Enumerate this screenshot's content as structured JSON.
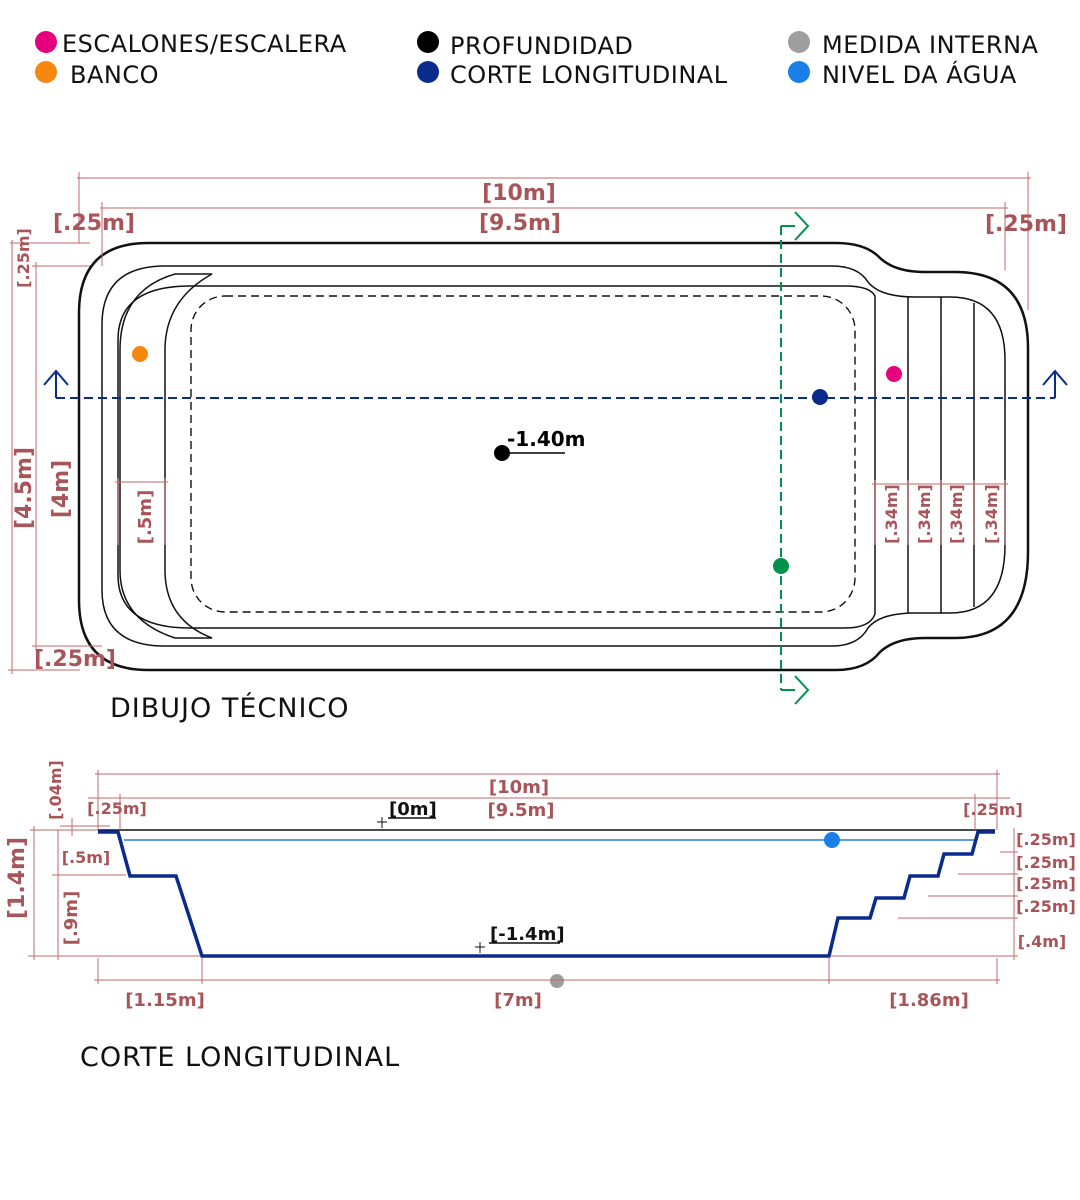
{
  "legend": {
    "items": [
      {
        "label": "ESCALONES/ESCALERA",
        "color": "#e6007e",
        "icon": "magenta-dot-icon"
      },
      {
        "label": "BANCO",
        "color": "#f7870f",
        "icon": "orange-dot-icon"
      },
      {
        "label": "PROFUNDIDAD",
        "color": "#000000",
        "icon": "black-dot-icon"
      },
      {
        "label": "CORTE LONGITUDINAL",
        "color": "#0a2a8c",
        "icon": "navy-dot-icon"
      },
      {
        "label": "MEDIDA INTERNA",
        "color": "#9e9e9e",
        "icon": "gray-dot-icon"
      },
      {
        "label": "NIVEL DA ÁGUA",
        "color": "#1a7fe8",
        "icon": "blue-dot-icon"
      }
    ]
  },
  "plan": {
    "title": "DIBUJO TÉCNICO",
    "depth_label": "-1.40m",
    "dims": {
      "total_length": "[10m]",
      "inner_length": "[9.5m]",
      "left_wall": "[.25m]",
      "right_wall": "[.25m]",
      "top_wall_vertical": "[.25m]",
      "total_width": "[4.5m]",
      "inner_width": "[4m]",
      "bench_width": "[.5m]",
      "bottom_wall": "[.25m]",
      "step1": "[.34m]",
      "step2": "[.34m]",
      "step3": "[.34m]",
      "step4": "[.34m]"
    }
  },
  "section": {
    "title": "CORTE LONGITUDINAL",
    "level_top": "[0m]",
    "level_bottom": "[-1.4m]",
    "dims": {
      "total_length": "[10m]",
      "inner_length": "[9.5m]",
      "left_rim": "[.25m]",
      "right_rim": "[.25m]",
      "rim_height": "[.04m]",
      "total_depth": "[1.4m]",
      "bench_depth": "[.5m]",
      "lower_depth": "[.9m]",
      "left_slope": "[1.15m]",
      "floor_length": "[7m]",
      "stairs_length": "[1.86m]",
      "step_h1": "[.25m]",
      "step_h2": "[.25m]",
      "step_h3": "[.25m]",
      "step_h4": "[.25m]",
      "last_step": "[.4m]"
    }
  },
  "colors": {
    "dimension": "#a8555a",
    "section_line": "#0a2a8c",
    "cut_line": "#00914a",
    "water": "#1a7fe8"
  }
}
